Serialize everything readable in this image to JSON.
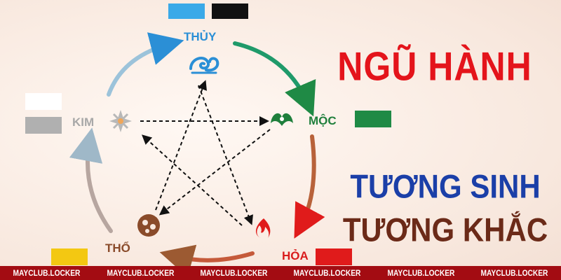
{
  "title": "NGŨ HÀNH",
  "subtitle_sinh": "TƯƠNG SINH",
  "subtitle_khac": "TƯƠNG KHẮC",
  "watermark": [
    "MAYCLUB.LOCKER",
    "MAYCLUB.LOCKER",
    "MAYCLUB.LOCKER",
    "MAYCLUB.LOCKER",
    "MAYCLUB.LOCKER",
    "MAYCLUB.LOCKER"
  ],
  "elements": {
    "thuy": {
      "label": "THỦY",
      "icon": "water-swirl-icon",
      "color": "#2b8fd6",
      "swatches": [
        "#3aa9e8",
        "#111111"
      ]
    },
    "moc": {
      "label": "MỘC",
      "icon": "leaf-icon",
      "color": "#1f7f3c",
      "swatches": [
        "#1f8a45"
      ]
    },
    "hoa": {
      "label": "HỎA",
      "icon": "flame-icon",
      "color": "#d91c1c",
      "swatches": [
        "#e01b1b"
      ]
    },
    "tho": {
      "label": "THỔ",
      "icon": "earth-icon",
      "color": "#8a4b2a",
      "swatches": [
        "#f3c812"
      ]
    },
    "kim": {
      "label": "KIM",
      "icon": "metal-star-icon",
      "color": "#a8a8a8",
      "swatches": [
        "#ffffff",
        "#b0b0b0"
      ]
    }
  },
  "colors": {
    "background": "#fbeee5",
    "title": "#e4141b",
    "sinh": "#1b3fa8",
    "khac": "#6b2a18",
    "footer": "#a30c12"
  }
}
